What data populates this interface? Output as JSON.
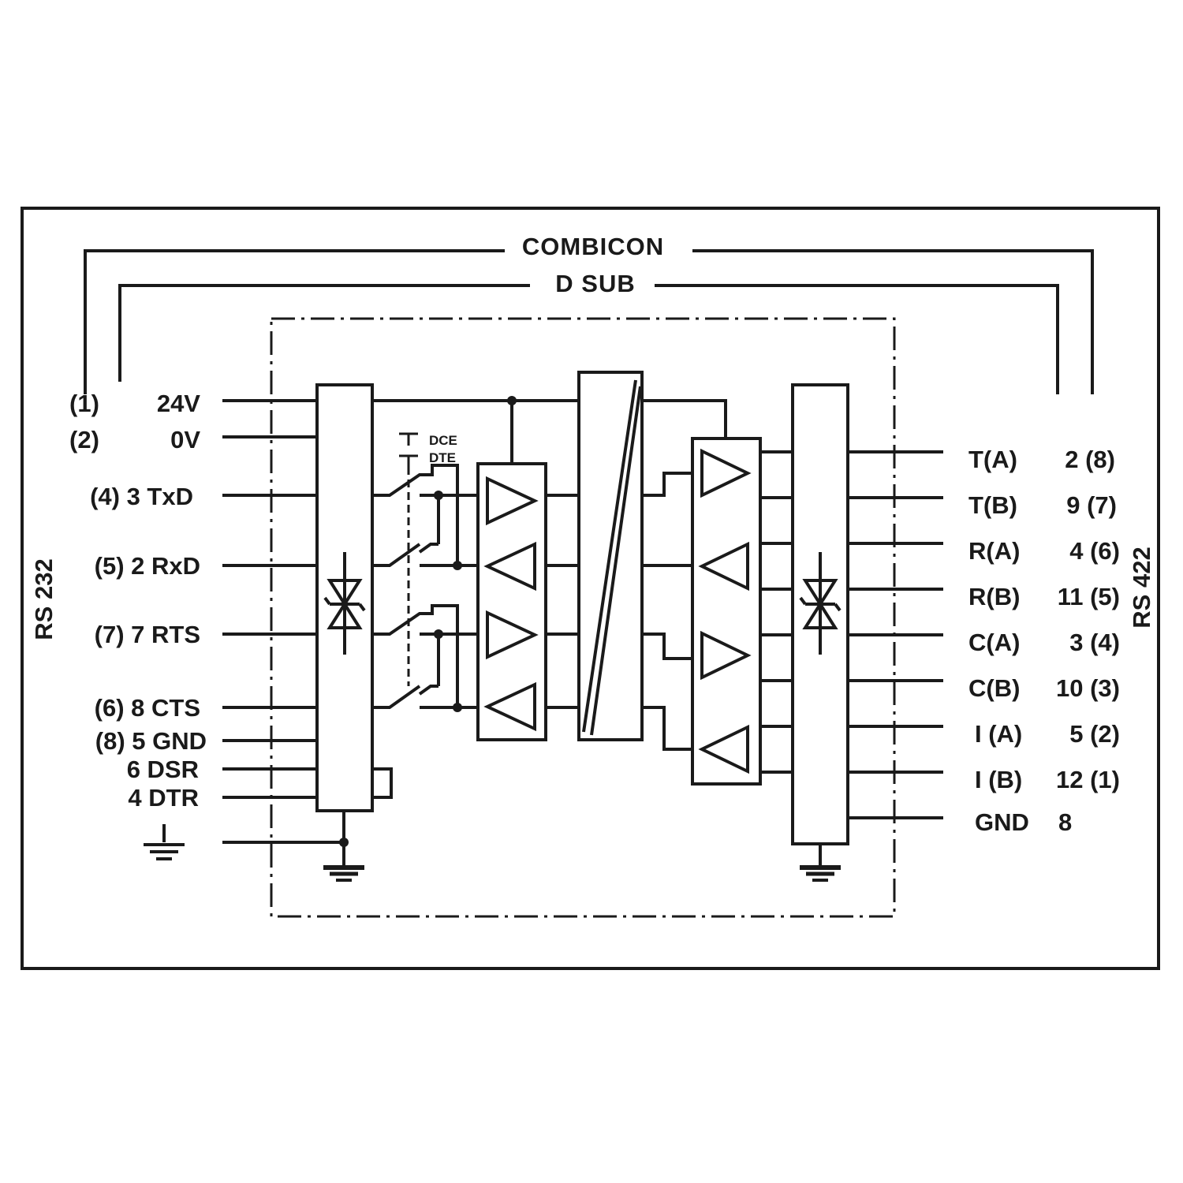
{
  "headers": {
    "combicon": "COMBICON",
    "dsub": "D SUB"
  },
  "sides": {
    "left": "RS 232",
    "right": "RS 422"
  },
  "switch_labels": {
    "dce": "DCE",
    "dte": "DTE"
  },
  "left_pins": [
    {
      "num": "(1)",
      "sig": "24V"
    },
    {
      "num": "(2)",
      "sig": "0V"
    },
    {
      "num": "",
      "sig": "(4) 3 TxD"
    },
    {
      "num": "",
      "sig": "(5) 2 RxD"
    },
    {
      "num": "",
      "sig": "(7) 7 RTS"
    },
    {
      "num": "",
      "sig": "(6) 8 CTS"
    },
    {
      "num": "",
      "sig": "(8) 5 GND"
    },
    {
      "num": "",
      "sig": "6 DSR"
    },
    {
      "num": "",
      "sig": "4 DTR"
    }
  ],
  "right_pins": [
    {
      "sig": "T(A)",
      "pin": "2 (8)"
    },
    {
      "sig": "T(B)",
      "pin": "9 (7)"
    },
    {
      "sig": "R(A)",
      "pin": "4 (6)"
    },
    {
      "sig": "R(B)",
      "pin": "11 (5)"
    },
    {
      "sig": "C(A)",
      "pin": "3 (4)"
    },
    {
      "sig": "C(B)",
      "pin": "10 (3)"
    },
    {
      "sig": "I (A)",
      "pin": "5 (2)"
    },
    {
      "sig": "I (B)",
      "pin": "12 (1)"
    },
    {
      "sig": "GND",
      "pin": "8"
    }
  ]
}
